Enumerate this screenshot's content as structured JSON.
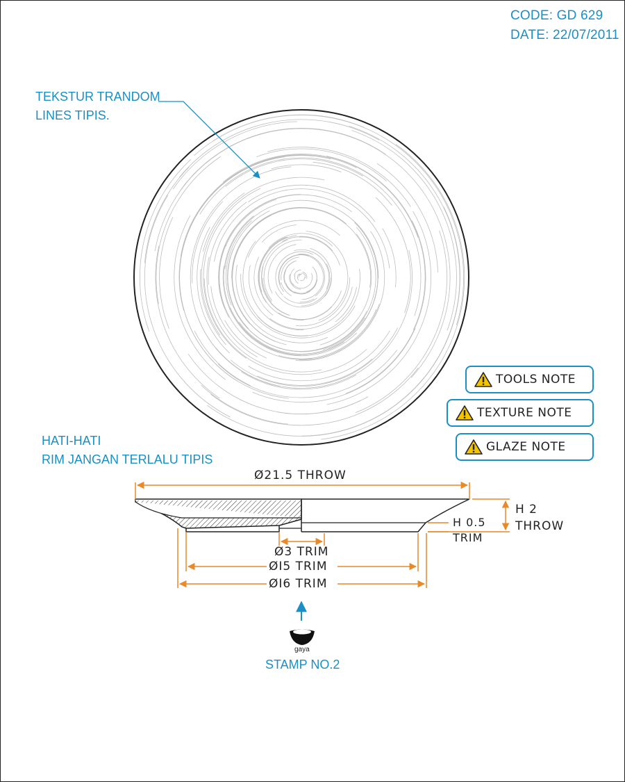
{
  "header": {
    "code": "CODE: GD 629",
    "date": "DATE: 22/07/2011"
  },
  "notes": {
    "texture_line1": "TEKSTUR TRANDOM",
    "texture_line2": "LINES TIPIS.",
    "caution_line1": "HATI-HATI",
    "caution_line2": "RIM JANGAN TERLALU TIPIS"
  },
  "buttons": {
    "tools": "TOOLS NOTE",
    "texture": "TEXTURE NOTE",
    "glaze": "GLAZE NOTE"
  },
  "dimensions": {
    "throw_diameter": "Ø21.5 THROW",
    "height_throw_1": "H 2",
    "height_throw_2": "THROW",
    "height_trim_1": "H 0.5",
    "height_trim_2": "TRIM",
    "trim_3": "Ø3 TRIM",
    "trim_15": "ØI5 TRIM",
    "trim_16": "ØI6 TRIM"
  },
  "stamp": {
    "logo_text": "gaya",
    "label": "STAMP NO.2"
  },
  "colors": {
    "accent": "#1a8fc4",
    "dimension": "#e8892a",
    "line": "#222222",
    "warning": "#f4c400"
  }
}
